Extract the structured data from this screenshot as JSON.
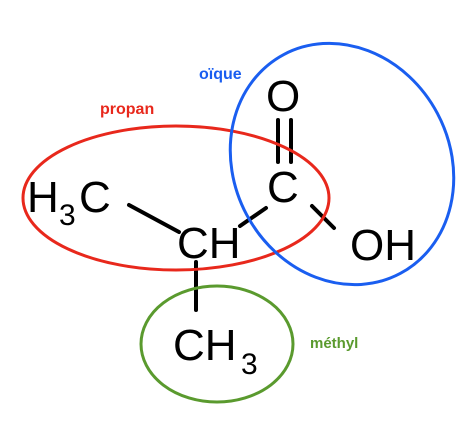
{
  "labels": {
    "propan": "propan",
    "oique": "oïque",
    "methyl": "méthyl"
  },
  "atoms": {
    "h3c_H": "H",
    "h3c_sub": "3",
    "h3c_C": "C",
    "ch": "CH",
    "carbonyl_c": "C",
    "carbonyl_o": "O",
    "oh": "OH",
    "ch3_CH": "CH",
    "ch3_sub": "3"
  },
  "colors": {
    "propan": "#e8281c",
    "oique": "#1a5ef0",
    "methyl": "#5a9a2e",
    "bond": "#000000"
  }
}
